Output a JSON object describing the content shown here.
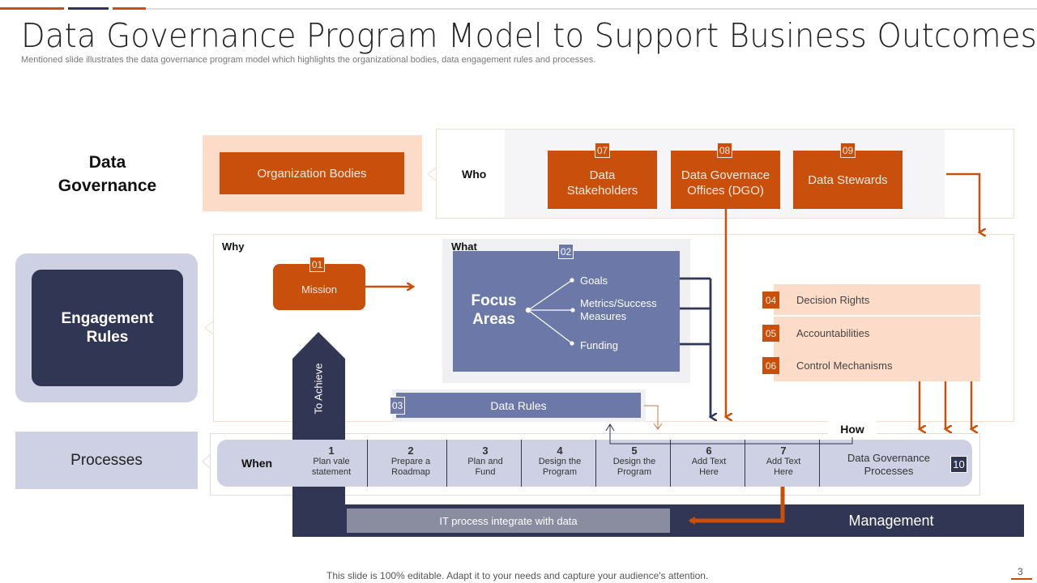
{
  "header": {
    "title": "Data Governance Program Model to Support Business Outcomes",
    "subtitle": "Mentioned slide illustrates the data governance program model which highlights the organizational bodies, data engagement rules and processes."
  },
  "sections": {
    "data_governance": "Data Governance",
    "engagement_rules": "Engagement Rules",
    "processes": "Processes"
  },
  "org": {
    "label": "Organization Bodies",
    "who_label": "Who",
    "bodies": [
      {
        "num": "07",
        "label": "Data Stakeholders"
      },
      {
        "num": "08",
        "label": "Data Governace Offices (DGO)"
      },
      {
        "num": "09",
        "label": "Data Stewards"
      }
    ]
  },
  "engagement": {
    "why_label": "Why",
    "what_label": "What",
    "mission": {
      "num": "01",
      "label": "Mission"
    },
    "focus": {
      "num": "02",
      "title": "Focus Areas",
      "items": [
        "Goals",
        "Metrics/Success Measures",
        "Funding"
      ]
    },
    "data_rules": {
      "num": "03",
      "label": "Data Rules"
    },
    "to_achieve": "To Achieve",
    "rights": [
      {
        "num": "04",
        "label": "Decision Rights"
      },
      {
        "num": "05",
        "label": "Accountabilities"
      },
      {
        "num": "06",
        "label": "Control Mechanisms"
      }
    ]
  },
  "process": {
    "when_label": "When",
    "how_label": "How",
    "steps": [
      {
        "num": "1",
        "label": "Plan vale statement"
      },
      {
        "num": "2",
        "label": "Prepare a Roadmap"
      },
      {
        "num": "3",
        "label": "Plan and Fund"
      },
      {
        "num": "4",
        "label": "Design the Program"
      },
      {
        "num": "5",
        "label": "Design the Program"
      },
      {
        "num": "6",
        "label": "Add Text Here"
      },
      {
        "num": "7",
        "label": "Add Text Here"
      }
    ],
    "dg_processes": {
      "num": "10",
      "label": "Data Governance Processes"
    },
    "it_process": "IT process integrate with data",
    "management": "Management"
  },
  "footer": {
    "note": "This slide is 100% editable. Adapt it to your needs and capture your audience's attention.",
    "page_number": "3"
  },
  "colors": {
    "orange": "#C94F0C",
    "peach": "#FCDCC8",
    "navy": "#313654",
    "slate": "#6B78A8",
    "lavender": "#CDD1E3"
  }
}
